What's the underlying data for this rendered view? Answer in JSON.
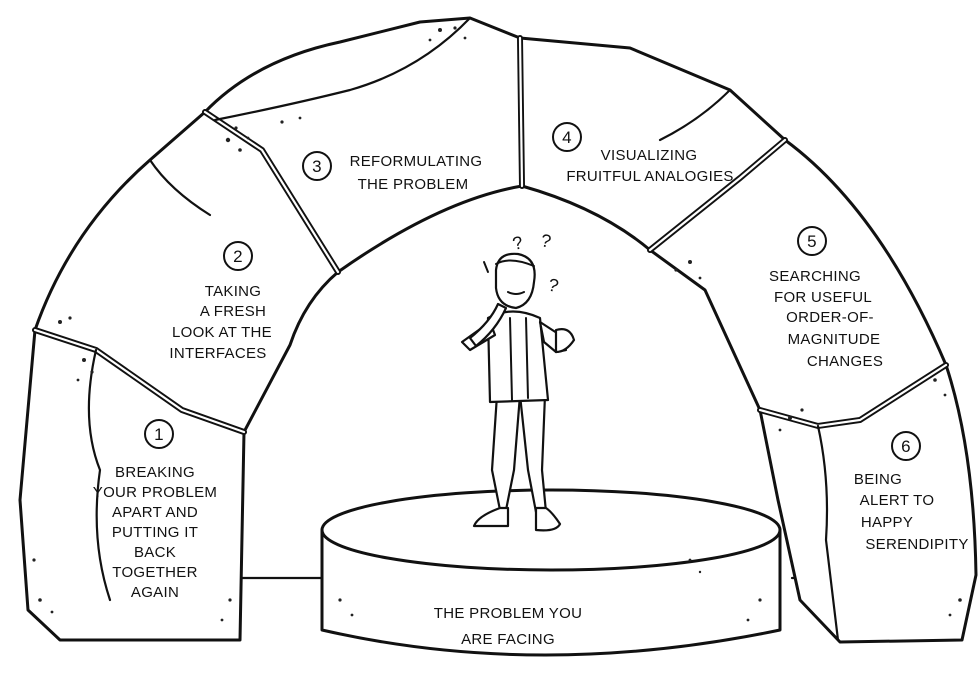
{
  "stones": [
    {
      "number": "1",
      "lines": [
        "BREAKING",
        "YOUR PROBLEM",
        "APART AND",
        "PUTTING IT",
        "BACK",
        "TOGETHER",
        "AGAIN"
      ]
    },
    {
      "number": "2",
      "lines": [
        "TAKING",
        "A FRESH",
        "LOOK AT THE",
        "INTERFACES"
      ]
    },
    {
      "number": "3",
      "lines": [
        "REFORMULATING",
        "THE PROBLEM"
      ]
    },
    {
      "number": "4",
      "lines": [
        "VISUALIZING",
        "FRUITFUL ANALOGIES"
      ]
    },
    {
      "number": "5",
      "lines": [
        "SEARCHING",
        "FOR USEFUL",
        "ORDER-OF-",
        "MAGNITUDE",
        "CHANGES"
      ]
    },
    {
      "number": "6",
      "lines": [
        "BEING",
        "ALERT TO",
        "HAPPY",
        "SERENDIPITY"
      ]
    }
  ],
  "pedestal": {
    "lines": [
      "THE PROBLEM YOU",
      "ARE FACING"
    ]
  },
  "thought_marks": [
    "?",
    "?",
    "?"
  ]
}
